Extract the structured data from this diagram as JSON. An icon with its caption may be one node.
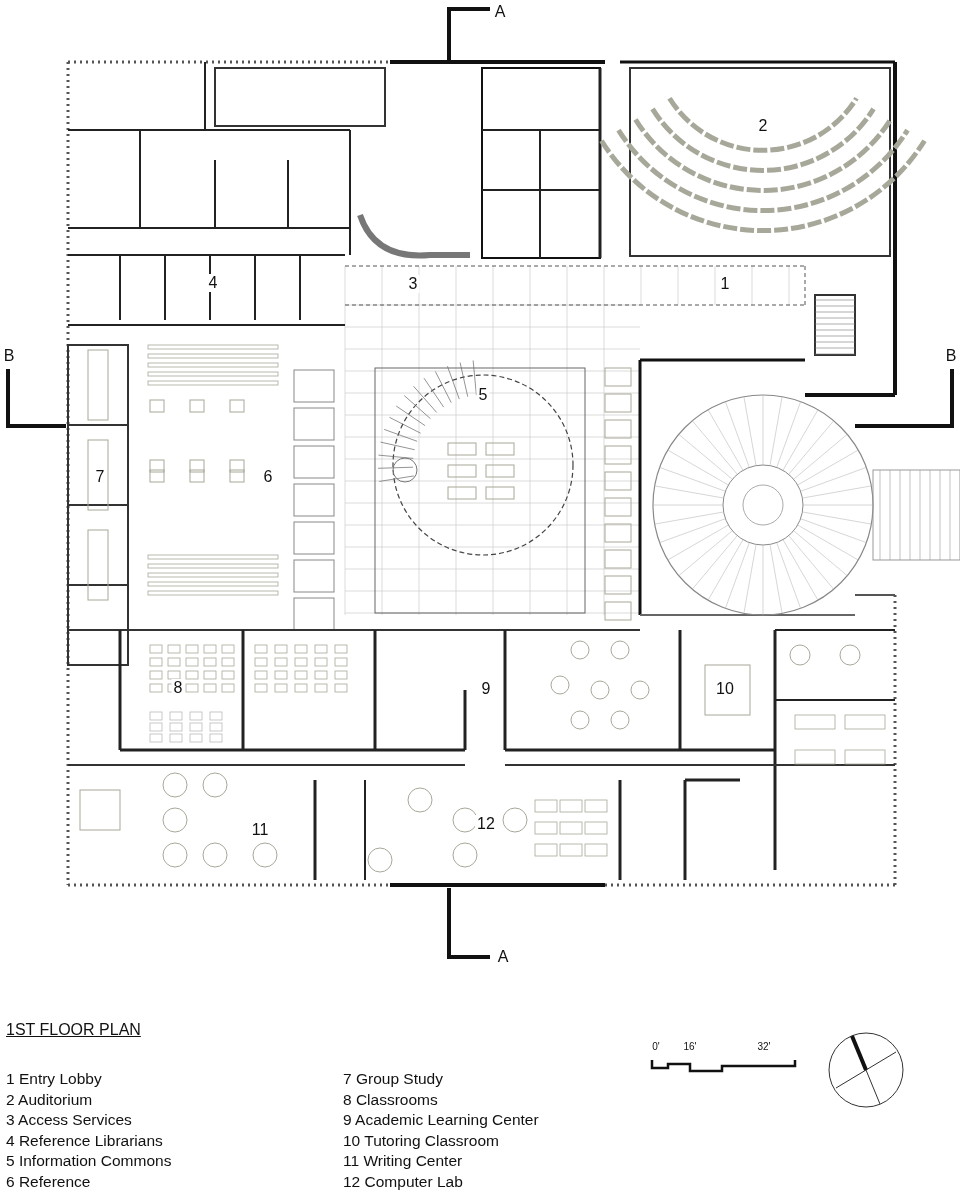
{
  "diagram": {
    "title": "1ST FLOOR PLAN",
    "labels": [
      "A",
      "2",
      "4",
      "3",
      "1",
      "B",
      "5",
      "B",
      "7",
      "6",
      "8",
      "9",
      "10",
      "12",
      "11",
      "A",
      "0'",
      "16'",
      "32'",
      "1 Entry Lobby",
      "2 Auditorium",
      "3 Access Services",
      "4 Reference Librarians",
      "5 Information Commons",
      "6 Reference",
      "7 Group Study",
      "8 Classrooms",
      "9 Academic Learning Center",
      "10 Tutoring Classroom",
      "11 Writing Center",
      "12 Computer Lab"
    ]
  }
}
